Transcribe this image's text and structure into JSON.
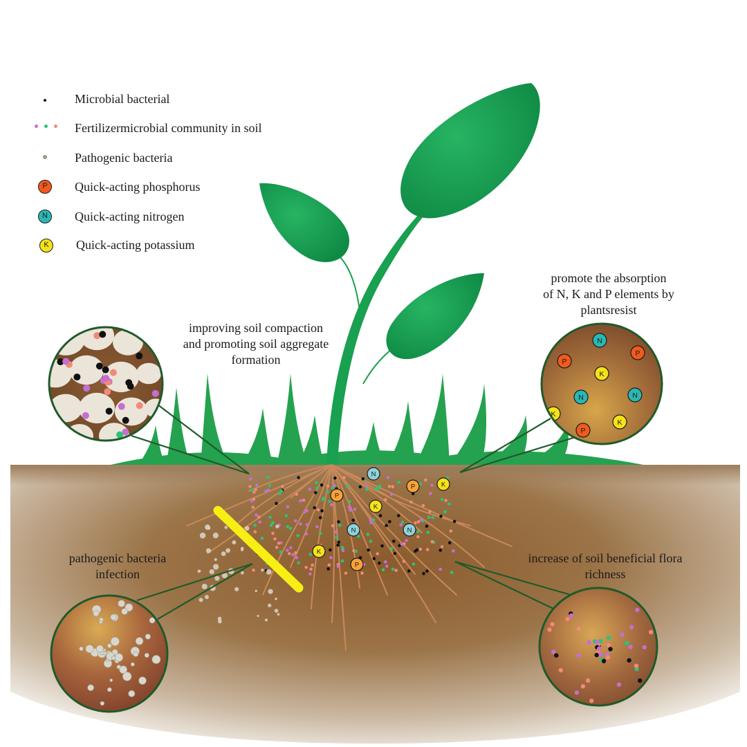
{
  "legend": {
    "items": [
      {
        "key": "microbial",
        "label": "Microbial bacterial"
      },
      {
        "key": "fertilizer",
        "label": "Fertilizermicrobial community in soil"
      },
      {
        "key": "pathogen",
        "label": "Pathogenic bacteria"
      },
      {
        "key": "phosphorus",
        "label": "Quick-acting phosphorus",
        "symbol": "P"
      },
      {
        "key": "nitrogen",
        "label": "Quick-acting nitrogen",
        "symbol": "N"
      },
      {
        "key": "potassium",
        "label": "Quick-acting potassium",
        "symbol": "K"
      }
    ]
  },
  "annotations": {
    "soil_compaction": [
      "improving soil compaction",
      "and promoting soil aggregate",
      "formation"
    ],
    "absorption": [
      "promote the absorption",
      "of N, K and P elements by",
      "plantsresist"
    ],
    "pathogen": [
      "pathogenic bacteria",
      "infection"
    ],
    "flora": [
      "increase of soil beneficial flora",
      "richness"
    ]
  },
  "nutrient_symbols": {
    "P": "P",
    "N": "N",
    "K": "K"
  },
  "colors": {
    "leaf": "#1fa653",
    "leaf_dark": "#0f7a3c",
    "stem": "#19a050",
    "grass": "#25a24f",
    "soil": "#8a6138",
    "soil_dark": "#6b4420",
    "root": "#c9895a",
    "phosphorus_legend": "#f05a1c",
    "nitrogen_legend": "#2bb7b3",
    "potassium": "#f5e21a",
    "phosphorus_soil": "#f7a23b",
    "nitrogen_soil": "#8fd3dc",
    "microbe_pink": "#c56fd1",
    "microbe_green": "#2ec277",
    "microbe_salmon": "#f08a7a",
    "microbial_black": "#111111",
    "pathogen": "#d9d6cc",
    "bar": "#f7ef13",
    "circle_border": "#1f5a2a"
  }
}
